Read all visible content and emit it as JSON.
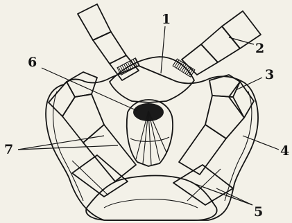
{
  "figure": {
    "labels": [
      {
        "id": "l1",
        "text": "1"
      },
      {
        "id": "l2",
        "text": "2"
      },
      {
        "id": "l3",
        "text": "3"
      },
      {
        "id": "l4",
        "text": "4"
      },
      {
        "id": "l5",
        "text": "5"
      },
      {
        "id": "l6",
        "text": "6"
      },
      {
        "id": "l7",
        "text": "7"
      }
    ]
  }
}
